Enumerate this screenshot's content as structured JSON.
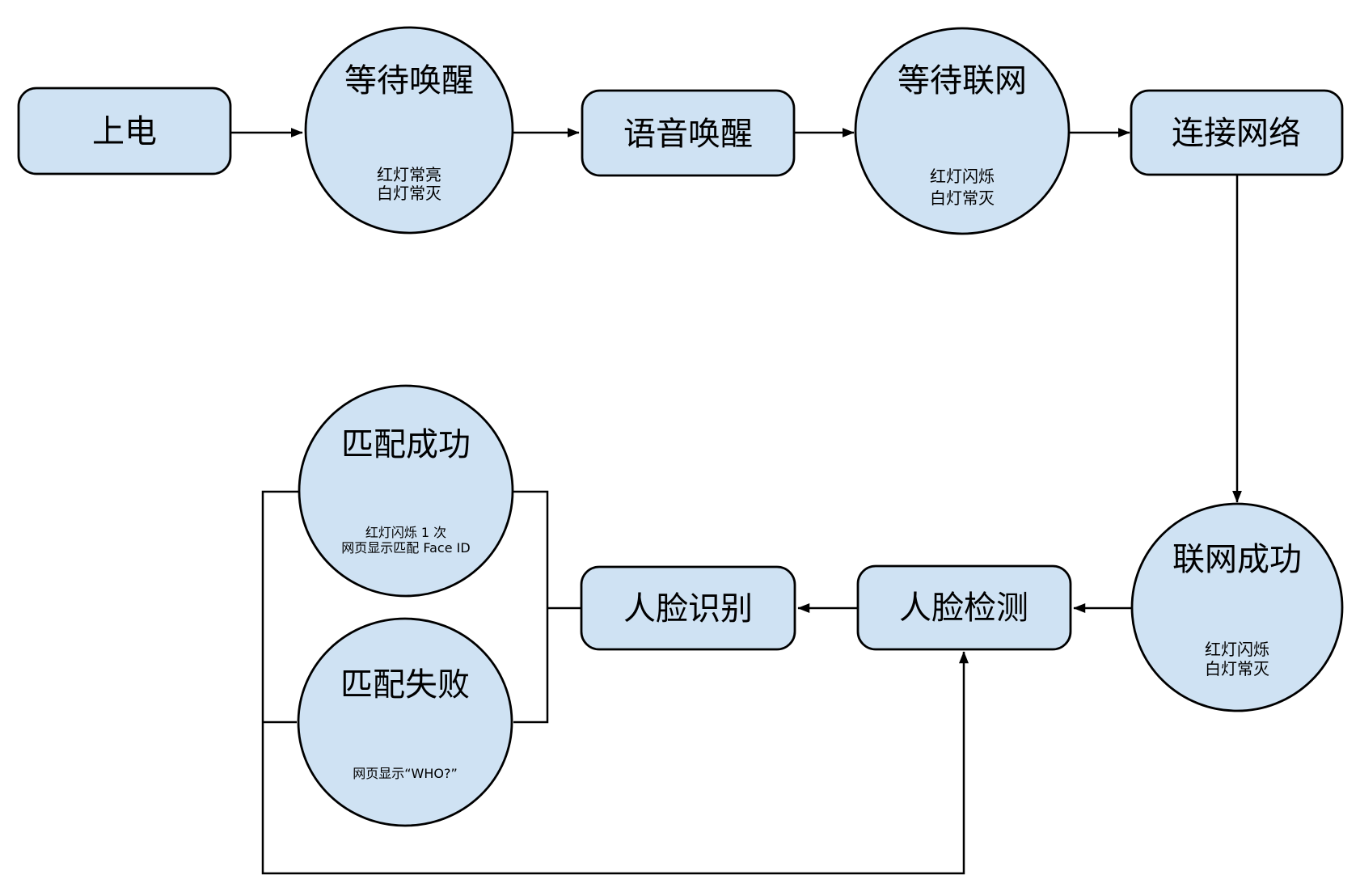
{
  "colors": {
    "background": "#ffffff",
    "node_fill": "#cfe2f3",
    "node_stroke": "#000000",
    "text": "#000000"
  },
  "nodes": {
    "power_on": {
      "label": "上电"
    },
    "wait_wake": {
      "label": "等待唤醒",
      "status_lines": [
        "红灯常亮",
        "白灯常灭"
      ]
    },
    "voice_wake": {
      "label": "语音唤醒"
    },
    "wait_network": {
      "label": "等待联网",
      "status_lines": [
        "红灯闪烁",
        "白灯常灭"
      ]
    },
    "connect_network": {
      "label": "连接网络"
    },
    "network_success": {
      "label": "联网成功",
      "status_lines": [
        "红灯闪烁",
        "白灯常灭"
      ]
    },
    "face_detect": {
      "label": "人脸检测"
    },
    "face_recognize": {
      "label": "人脸识别"
    },
    "match_success": {
      "label": "匹配成功",
      "status_lines": [
        "红灯闪烁 1 次",
        "网页显示匹配 Face ID"
      ]
    },
    "match_fail": {
      "label": "匹配失败",
      "status_lines": [
        "网页显示“WHO?”"
      ]
    }
  }
}
